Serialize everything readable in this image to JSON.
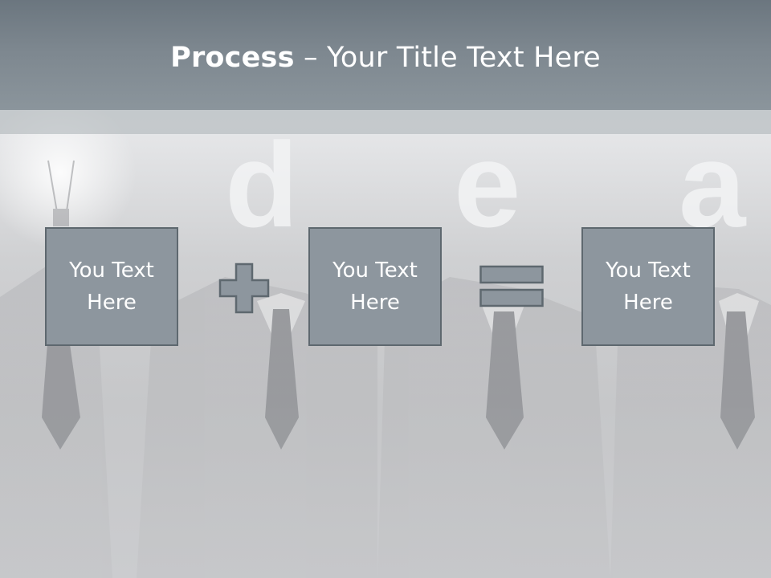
{
  "slide": {
    "title_bold": "Process",
    "title_rest": " – Your Title Text Here"
  },
  "background": {
    "image_icon": "businessmen-idea-photo",
    "letters": [
      "d",
      "e",
      "a"
    ]
  },
  "process": {
    "steps": [
      {
        "label": "You Text\nHere"
      },
      {
        "label": "You Text\nHere"
      },
      {
        "label": "You Text\nHere"
      }
    ],
    "operators": [
      "plus-icon",
      "equals-icon"
    ]
  },
  "colors": {
    "title_bar": "#7d878f",
    "box_fill": "#8d969e",
    "box_border": "#5e686f",
    "text": "#ffffff"
  }
}
